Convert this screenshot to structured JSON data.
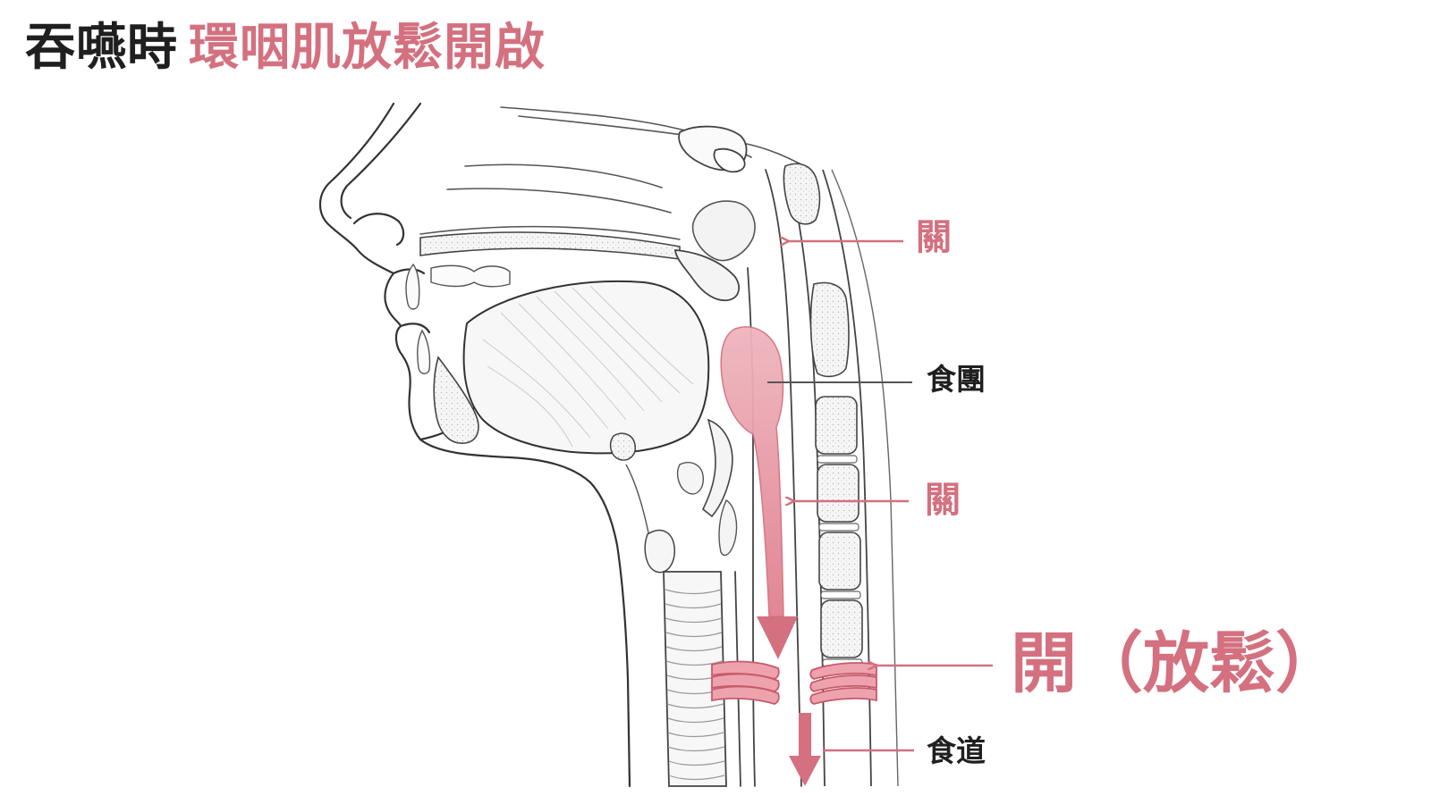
{
  "title": {
    "prefix": "吞嚥時",
    "highlight": "環咽肌放鬆開啟"
  },
  "labels": {
    "close_upper": "關",
    "bolus": "食團",
    "close_middle": "關",
    "open_relax": "開（放鬆）",
    "esophagus": "食道"
  },
  "colors": {
    "accent": "#d4707f",
    "text": "#1f1f1f",
    "outline": "#333333"
  }
}
